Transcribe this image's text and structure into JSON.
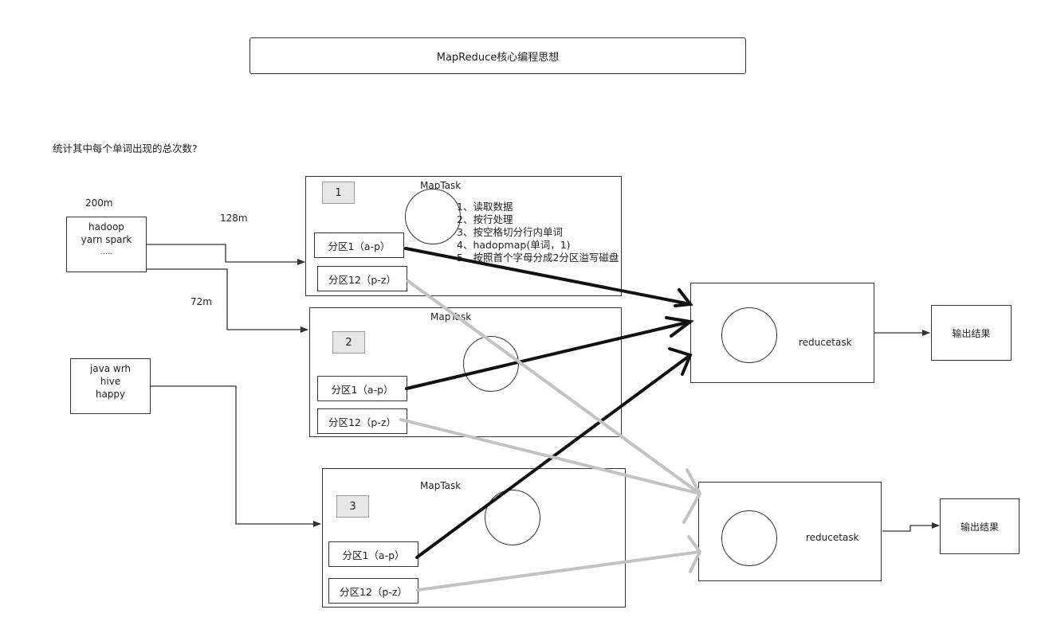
{
  "title": "MapReduce核心编程思想",
  "question": "统计其中每个单词出现的总次数?",
  "input_files": [
    {
      "size": "200m",
      "lines": [
        "hadoop",
        "yarn spark",
        "....."
      ]
    },
    {
      "lines": [
        "java wrh",
        "hive",
        "happy"
      ]
    }
  ],
  "splits": [
    "128m",
    "72m"
  ],
  "map_tasks": [
    {
      "label": "MapTask",
      "num": "1",
      "partitions": [
        "分区1（a-p）",
        "分区12（p-z）"
      ]
    },
    {
      "label": "MapTask",
      "num": "2",
      "partitions": [
        "分区1（a-p）",
        "分区12（p-z）"
      ]
    },
    {
      "label": "MapTask",
      "num": "3",
      "partitions": [
        "分区1（a-p）",
        "分区12（p-z）"
      ]
    }
  ],
  "map_steps": [
    "1、读取数据",
    "2、按行处理",
    "3、按空格切分行内单词",
    "4、hadopmap(单词，1)",
    "5、按照首个字母分成2分区溢写磁盘"
  ],
  "reduce_tasks": [
    {
      "label": "reducetask",
      "output": "输出结果"
    },
    {
      "label": "reducetask",
      "output": "输出结果"
    }
  ]
}
